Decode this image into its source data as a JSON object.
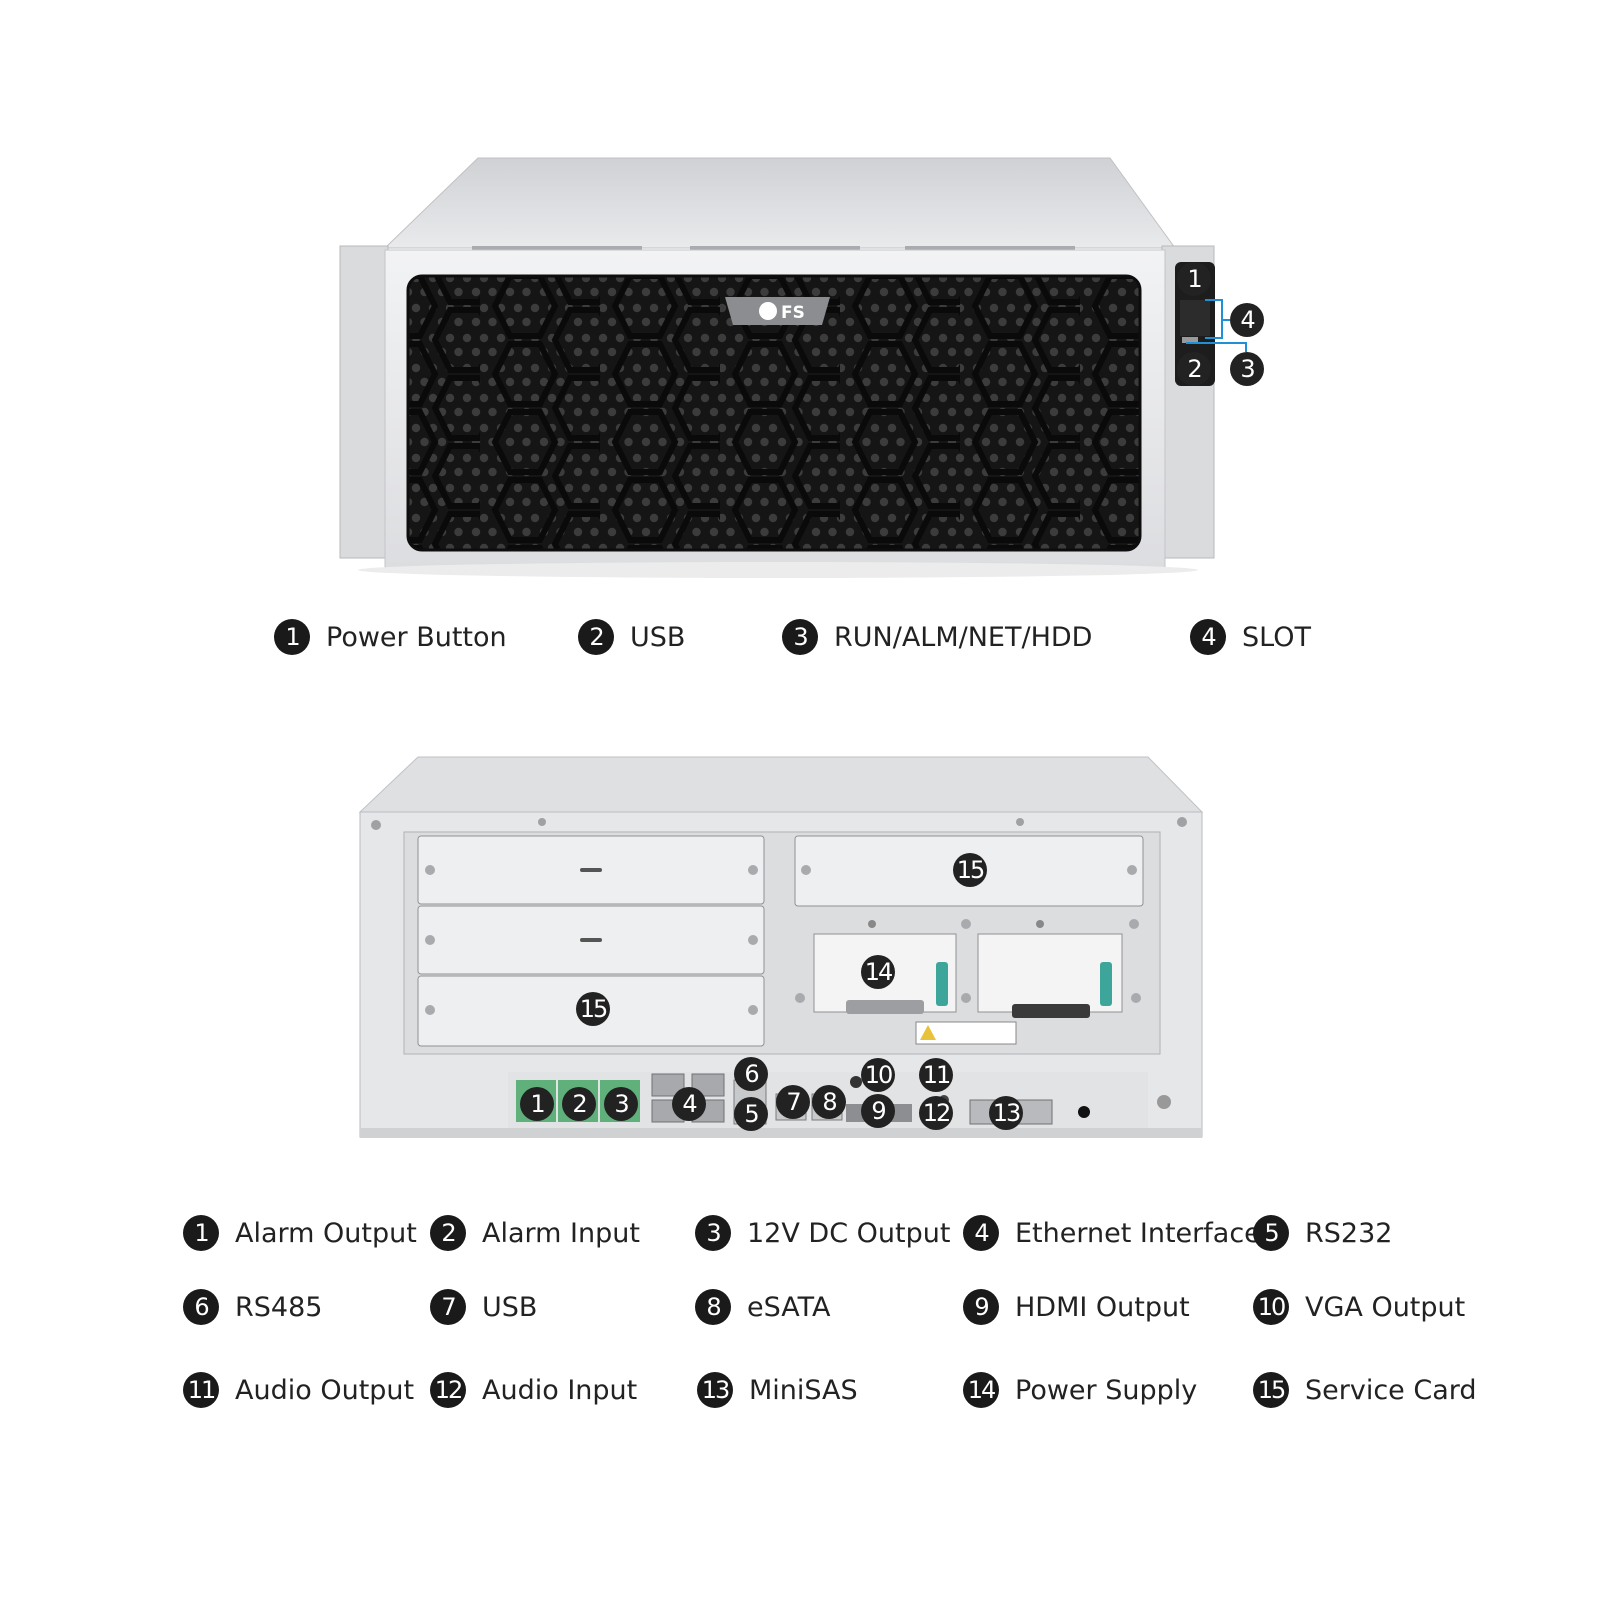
{
  "front": {
    "brand": "FS",
    "legend": [
      {
        "n": "1",
        "label": "Power Button"
      },
      {
        "n": "2",
        "label": "USB"
      },
      {
        "n": "3",
        "label": "RUN/ALM/NET/HDD"
      },
      {
        "n": "4",
        "label": "SLOT"
      }
    ]
  },
  "rear": {
    "legend": [
      {
        "n": "1",
        "label": "Alarm Output"
      },
      {
        "n": "2",
        "label": "Alarm Input"
      },
      {
        "n": "3",
        "label": "12V DC Output"
      },
      {
        "n": "4",
        "label": "Ethernet Interface"
      },
      {
        "n": "5",
        "label": "RS232"
      },
      {
        "n": "6",
        "label": "RS485"
      },
      {
        "n": "7",
        "label": "USB"
      },
      {
        "n": "8",
        "label": "eSATA"
      },
      {
        "n": "9",
        "label": "HDMI Output"
      },
      {
        "n": "10",
        "label": "VGA Output"
      },
      {
        "n": "11",
        "label": "Audio Output"
      },
      {
        "n": "12",
        "label": "Audio Input"
      },
      {
        "n": "13",
        "label": "MiniSAS"
      },
      {
        "n": "14",
        "label": "Power Supply"
      },
      {
        "n": "15",
        "label": "Service Card"
      }
    ]
  },
  "colors": {
    "chassis": "#e4e5e7",
    "grille": "#1e1e1e",
    "connector": "#5fb07a",
    "latch": "#3ea59a"
  }
}
